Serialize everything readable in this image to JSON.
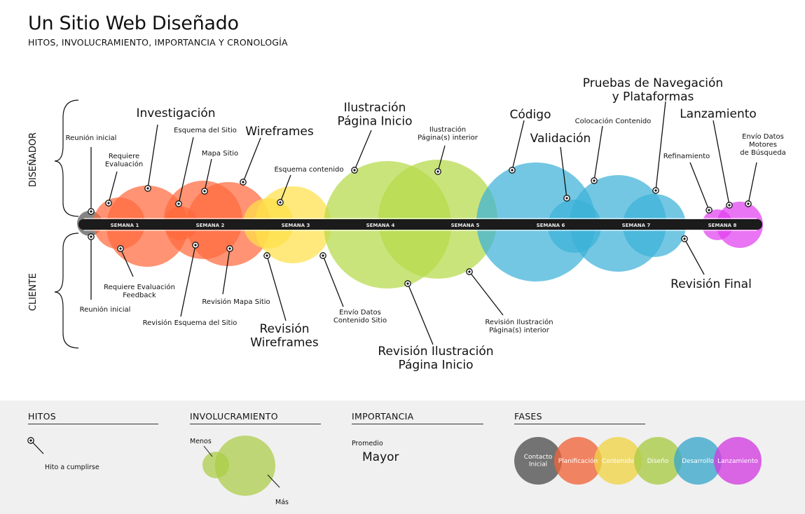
{
  "header": {
    "title": "Un Sitio Web Diseñado",
    "subtitle": "HITOS, INVOLUCRAMIENTO, IMPORTANCIA Y CRONOLOGÍA"
  },
  "sides": {
    "top": "DISEÑADOR",
    "bottom": "CLIENTE"
  },
  "weeks": [
    "SEMANA 1",
    "SEMANA 2",
    "SEMANA 3",
    "SEMANA 4",
    "SEMANA 5",
    "SEMANA 6",
    "SEMANA 7",
    "SEMANA 8"
  ],
  "colors": {
    "contacto": "#555555",
    "planificacion": "#ff6a3d",
    "contenido": "#ffe14a",
    "diseno": "#b5d94a",
    "desarrollo": "#3db2d8",
    "lanzamiento": "#e040f0",
    "band": "#1b1b1b"
  },
  "milestones": {
    "top": [
      {
        "label": "Reunión inicial",
        "importance": "promedio"
      },
      {
        "label": "Requiere\nEvaluación",
        "importance": "promedio"
      },
      {
        "label": "Investigación",
        "importance": "mayor"
      },
      {
        "label": "Esquema del Sitio",
        "importance": "promedio"
      },
      {
        "label": "Mapa Sitio",
        "importance": "promedio"
      },
      {
        "label": "Wireframes",
        "importance": "mayor"
      },
      {
        "label": "Esquema contenido",
        "importance": "promedio"
      },
      {
        "label": "Ilustración\nPágina Inicio",
        "importance": "mayor"
      },
      {
        "label": "Ilustración\nPágina(s) interior",
        "importance": "promedio"
      },
      {
        "label": "Código",
        "importance": "mayor"
      },
      {
        "label": "Validación",
        "importance": "mayor"
      },
      {
        "label": "Colocación Contenido",
        "importance": "promedio"
      },
      {
        "label": "Pruebas de Navegación\ny Plataformas",
        "importance": "mayor"
      },
      {
        "label": "Refinamiento",
        "importance": "promedio"
      },
      {
        "label": "Lanzamiento",
        "importance": "mayor"
      },
      {
        "label": "Envío Datos\nMotores\nde Búsqueda",
        "importance": "promedio"
      }
    ],
    "bottom": [
      {
        "label": "Reunión inicial",
        "importance": "promedio"
      },
      {
        "label": "Requiere Evaluación\nFeedback",
        "importance": "promedio"
      },
      {
        "label": "Revisión Esquema del Sitio",
        "importance": "promedio"
      },
      {
        "label": "Revisión Mapa Sitio",
        "importance": "promedio"
      },
      {
        "label": "Revisión\nWireframes",
        "importance": "mayor"
      },
      {
        "label": "Envío Datos\nContenido Sitio",
        "importance": "promedio"
      },
      {
        "label": "Revisión Ilustración\nPágina Inicio",
        "importance": "mayor"
      },
      {
        "label": "Revisión Ilustración\nPágina(s) interior",
        "importance": "promedio"
      },
      {
        "label": "Revisión Final",
        "importance": "mayor"
      }
    ]
  },
  "legend": {
    "hitos": {
      "heading": "HITOS",
      "item": "Hito a cumplirse"
    },
    "involucramiento": {
      "heading": "INVOLUCRAMIENTO",
      "menos": "Menos",
      "mas": "Más"
    },
    "importancia": {
      "heading": "IMPORTANCIA",
      "promedio": "Promedio",
      "mayor": "Mayor"
    },
    "fases": {
      "heading": "FASES",
      "items": [
        {
          "label": "Contacto\nInicial",
          "color": "#555555"
        },
        {
          "label": "Planificación",
          "color": "#ff6a3d"
        },
        {
          "label": "Contenido",
          "color": "#ffe14a"
        },
        {
          "label": "Diseño",
          "color": "#b5d94a"
        },
        {
          "label": "Desarrollo",
          "color": "#3db2d8"
        },
        {
          "label": "Lanzamiento",
          "color": "#e040f0"
        }
      ]
    }
  }
}
